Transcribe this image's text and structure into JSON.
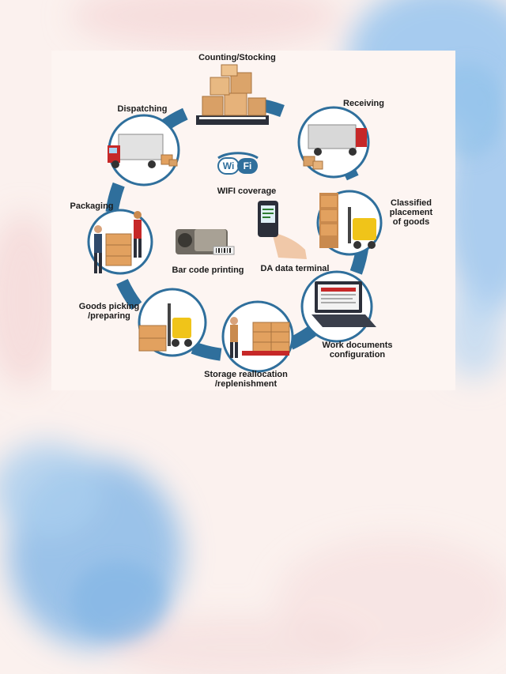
{
  "colors": {
    "page_background": "#fbf1ee",
    "watercolor_blue": "#8fbde8",
    "watercolor_pink": "#f3d3d3",
    "ring": "#2f6f9c",
    "node_border": "#2f6f9c",
    "panel": "#fdf5f2"
  },
  "center": {
    "wifi_left": "Wi",
    "wifi_right": "Fi",
    "wifi_label": "WIFI coverage",
    "barcode_label": "Bar code printing",
    "terminal_label": "DA data terminal"
  },
  "stages": [
    {
      "label": "Counting/Stocking",
      "icon": "boxes-on-pallet-icon"
    },
    {
      "label": "Receiving",
      "icon": "truck-unloading-icon"
    },
    {
      "label": "Classified\nplacement\nof goods",
      "icon": "forklift-shelf-icon"
    },
    {
      "label": "Work documents\nconfiguration",
      "icon": "laptop-icon"
    },
    {
      "label": "Storage reallocation\n/replenishment",
      "icon": "pallet-jack-worker-icon"
    },
    {
      "label": "Goods picking\n/preparing",
      "icon": "forklift-boxes-icon"
    },
    {
      "label": "Packaging",
      "icon": "workers-packing-icon"
    },
    {
      "label": "Dispatching",
      "icon": "red-truck-icon"
    }
  ]
}
